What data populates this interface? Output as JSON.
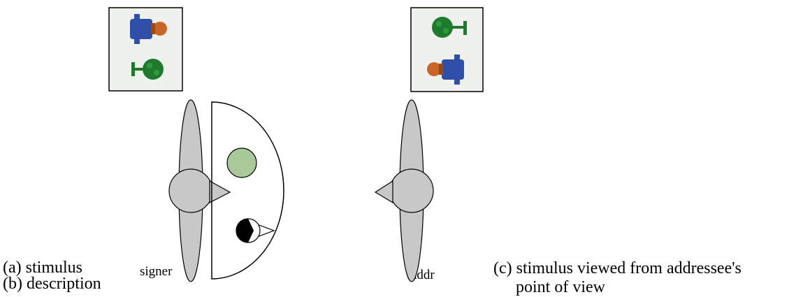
{
  "labels": {
    "a": "(a) stimulus",
    "b": "(b) description",
    "c_line1": "(c) stimulus viewed from addressee's",
    "c_line2": "point of view",
    "signer": "signer",
    "addr": "addr"
  },
  "colors": {
    "figure_gray": "#c8c8c8",
    "tree_circle": "#a9c99a",
    "stimulus_bg": "#eef1ec",
    "tree_green": "#1f7a2e",
    "man_blue": "#2f4fa8",
    "man_head": "#c8662a"
  }
}
